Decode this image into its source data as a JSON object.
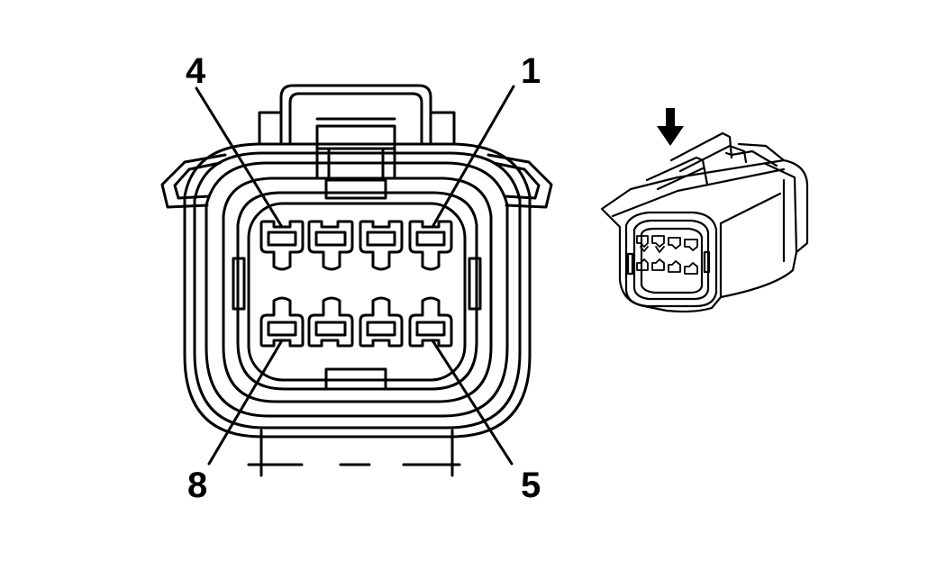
{
  "diagram": {
    "labels": {
      "pin_4": "4",
      "pin_1": "1",
      "pin_8": "8",
      "pin_5": "5"
    },
    "connector_face": {
      "top_row_cavities": 4,
      "bottom_row_cavities": 4
    },
    "colors": {
      "line": "#000000",
      "background": "#ffffff"
    },
    "icons": {
      "insertion_arrow": "arrow-down-icon"
    }
  }
}
